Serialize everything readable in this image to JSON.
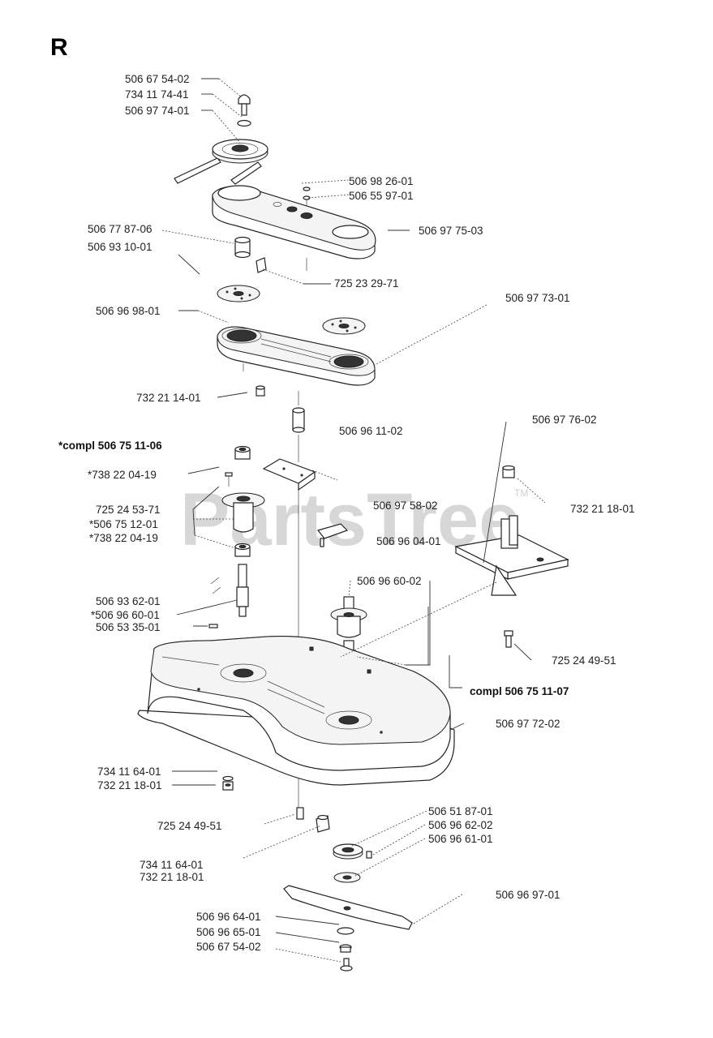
{
  "section_letter": "R",
  "watermark": {
    "text": "PartsTree",
    "trademark": "TM"
  },
  "labels": {
    "p01": "506 67 54-02",
    "p02": "734 11 74-41",
    "p03": "506 97 74-01",
    "p04": "506 98 26-01",
    "p05": "506 55 97-01",
    "p06": "506 97 75-03",
    "p07": "506 77 87-06",
    "p08": "506 93 10-01",
    "p09": "725 23 29-71",
    "p10": "506 96 98-01",
    "p11": "506 97 73-01",
    "p12": "732 21 14-01",
    "p13": "506 96 11-02",
    "p14": "506 97 76-02",
    "p15": "*compl 506 75 11-06",
    "p16": "*738 22 04-19",
    "p17": "732 21 18-01",
    "p18": "725 24 53-71",
    "p19": "506 97 58-02",
    "p20": "*506 75 12-01",
    "p21": "*738 22 04-19",
    "p22": "506 96 04-01",
    "p23": "506 96 60-02",
    "p24": "506 93 62-01",
    "p25": "*506 96 60-01",
    "p26": "506 53 35-01",
    "p27": "725 24 49-51",
    "p28": "compl 506 75 11-07",
    "p29": "506 97 72-02",
    "p30": "734 11 64-01",
    "p31": "732 21 18-01",
    "p32": "725 24 49-51",
    "p33": "506 51 87-01",
    "p34": "506 96 62-02",
    "p35": "506 96 61-01",
    "p36": "734 11 64-01",
    "p37": "732 21 18-01",
    "p38": "506 96 97-01",
    "p39": "506 96 64-01",
    "p40": "506 96 65-01",
    "p41": "506 67 54-02"
  }
}
